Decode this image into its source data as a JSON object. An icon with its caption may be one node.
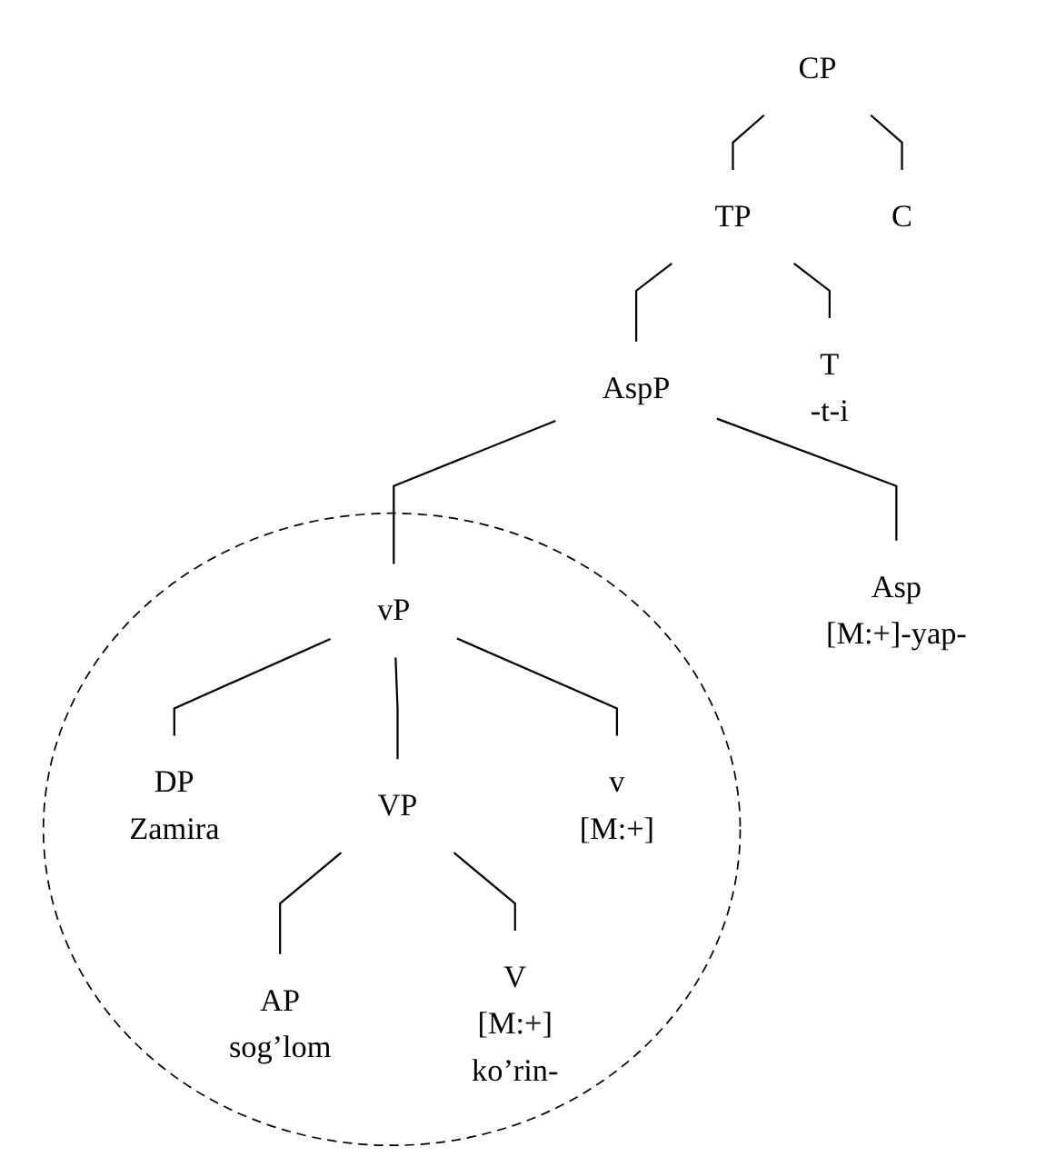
{
  "diagram": {
    "nodes": [
      {
        "text": [
          "CP"
        ]
      },
      {
        "text": [
          "TP"
        ]
      },
      {
        "text": [
          "C"
        ]
      },
      {
        "text": [
          "AspP"
        ]
      },
      {
        "text": [
          "T",
          "-t-i"
        ]
      },
      {
        "text": [
          "Asp",
          "[M:+]-yap-"
        ]
      },
      {
        "text": [],
        "shape": "circle"
      },
      {
        "text": [
          "vP"
        ],
        "in": 6
      },
      {
        "text": [
          "DP",
          "Zamira"
        ],
        "in": 6
      },
      {
        "text": [
          "VP"
        ],
        "in": 6
      },
      {
        "text": [
          "v",
          "[M:+]"
        ],
        "in": 6
      },
      {
        "text": [
          "AP",
          "sog’lom"
        ],
        "in": 6
      },
      {
        "text": [
          "V",
          "[M:+]",
          "ko’rin-"
        ],
        "in": 6
      }
    ],
    "edges": [
      {
        "from": 0,
        "to": 1,
        "arrow": "none"
      },
      {
        "from": 0,
        "to": 2,
        "arrow": "none"
      },
      {
        "from": 1,
        "to": 3,
        "arrow": "none"
      },
      {
        "from": 1,
        "to": 4,
        "arrow": "none"
      },
      {
        "from": 3,
        "to": 7,
        "arrow": "none"
      },
      {
        "from": 3,
        "to": 5,
        "arrow": "none"
      },
      {
        "from": 7,
        "to": 8,
        "arrow": "none"
      },
      {
        "from": 7,
        "to": 9,
        "arrow": "none"
      },
      {
        "from": 7,
        "to": 10,
        "arrow": "none"
      },
      {
        "from": 9,
        "to": 11,
        "arrow": "none"
      },
      {
        "from": 9,
        "to": 12,
        "arrow": "none"
      }
    ]
  }
}
